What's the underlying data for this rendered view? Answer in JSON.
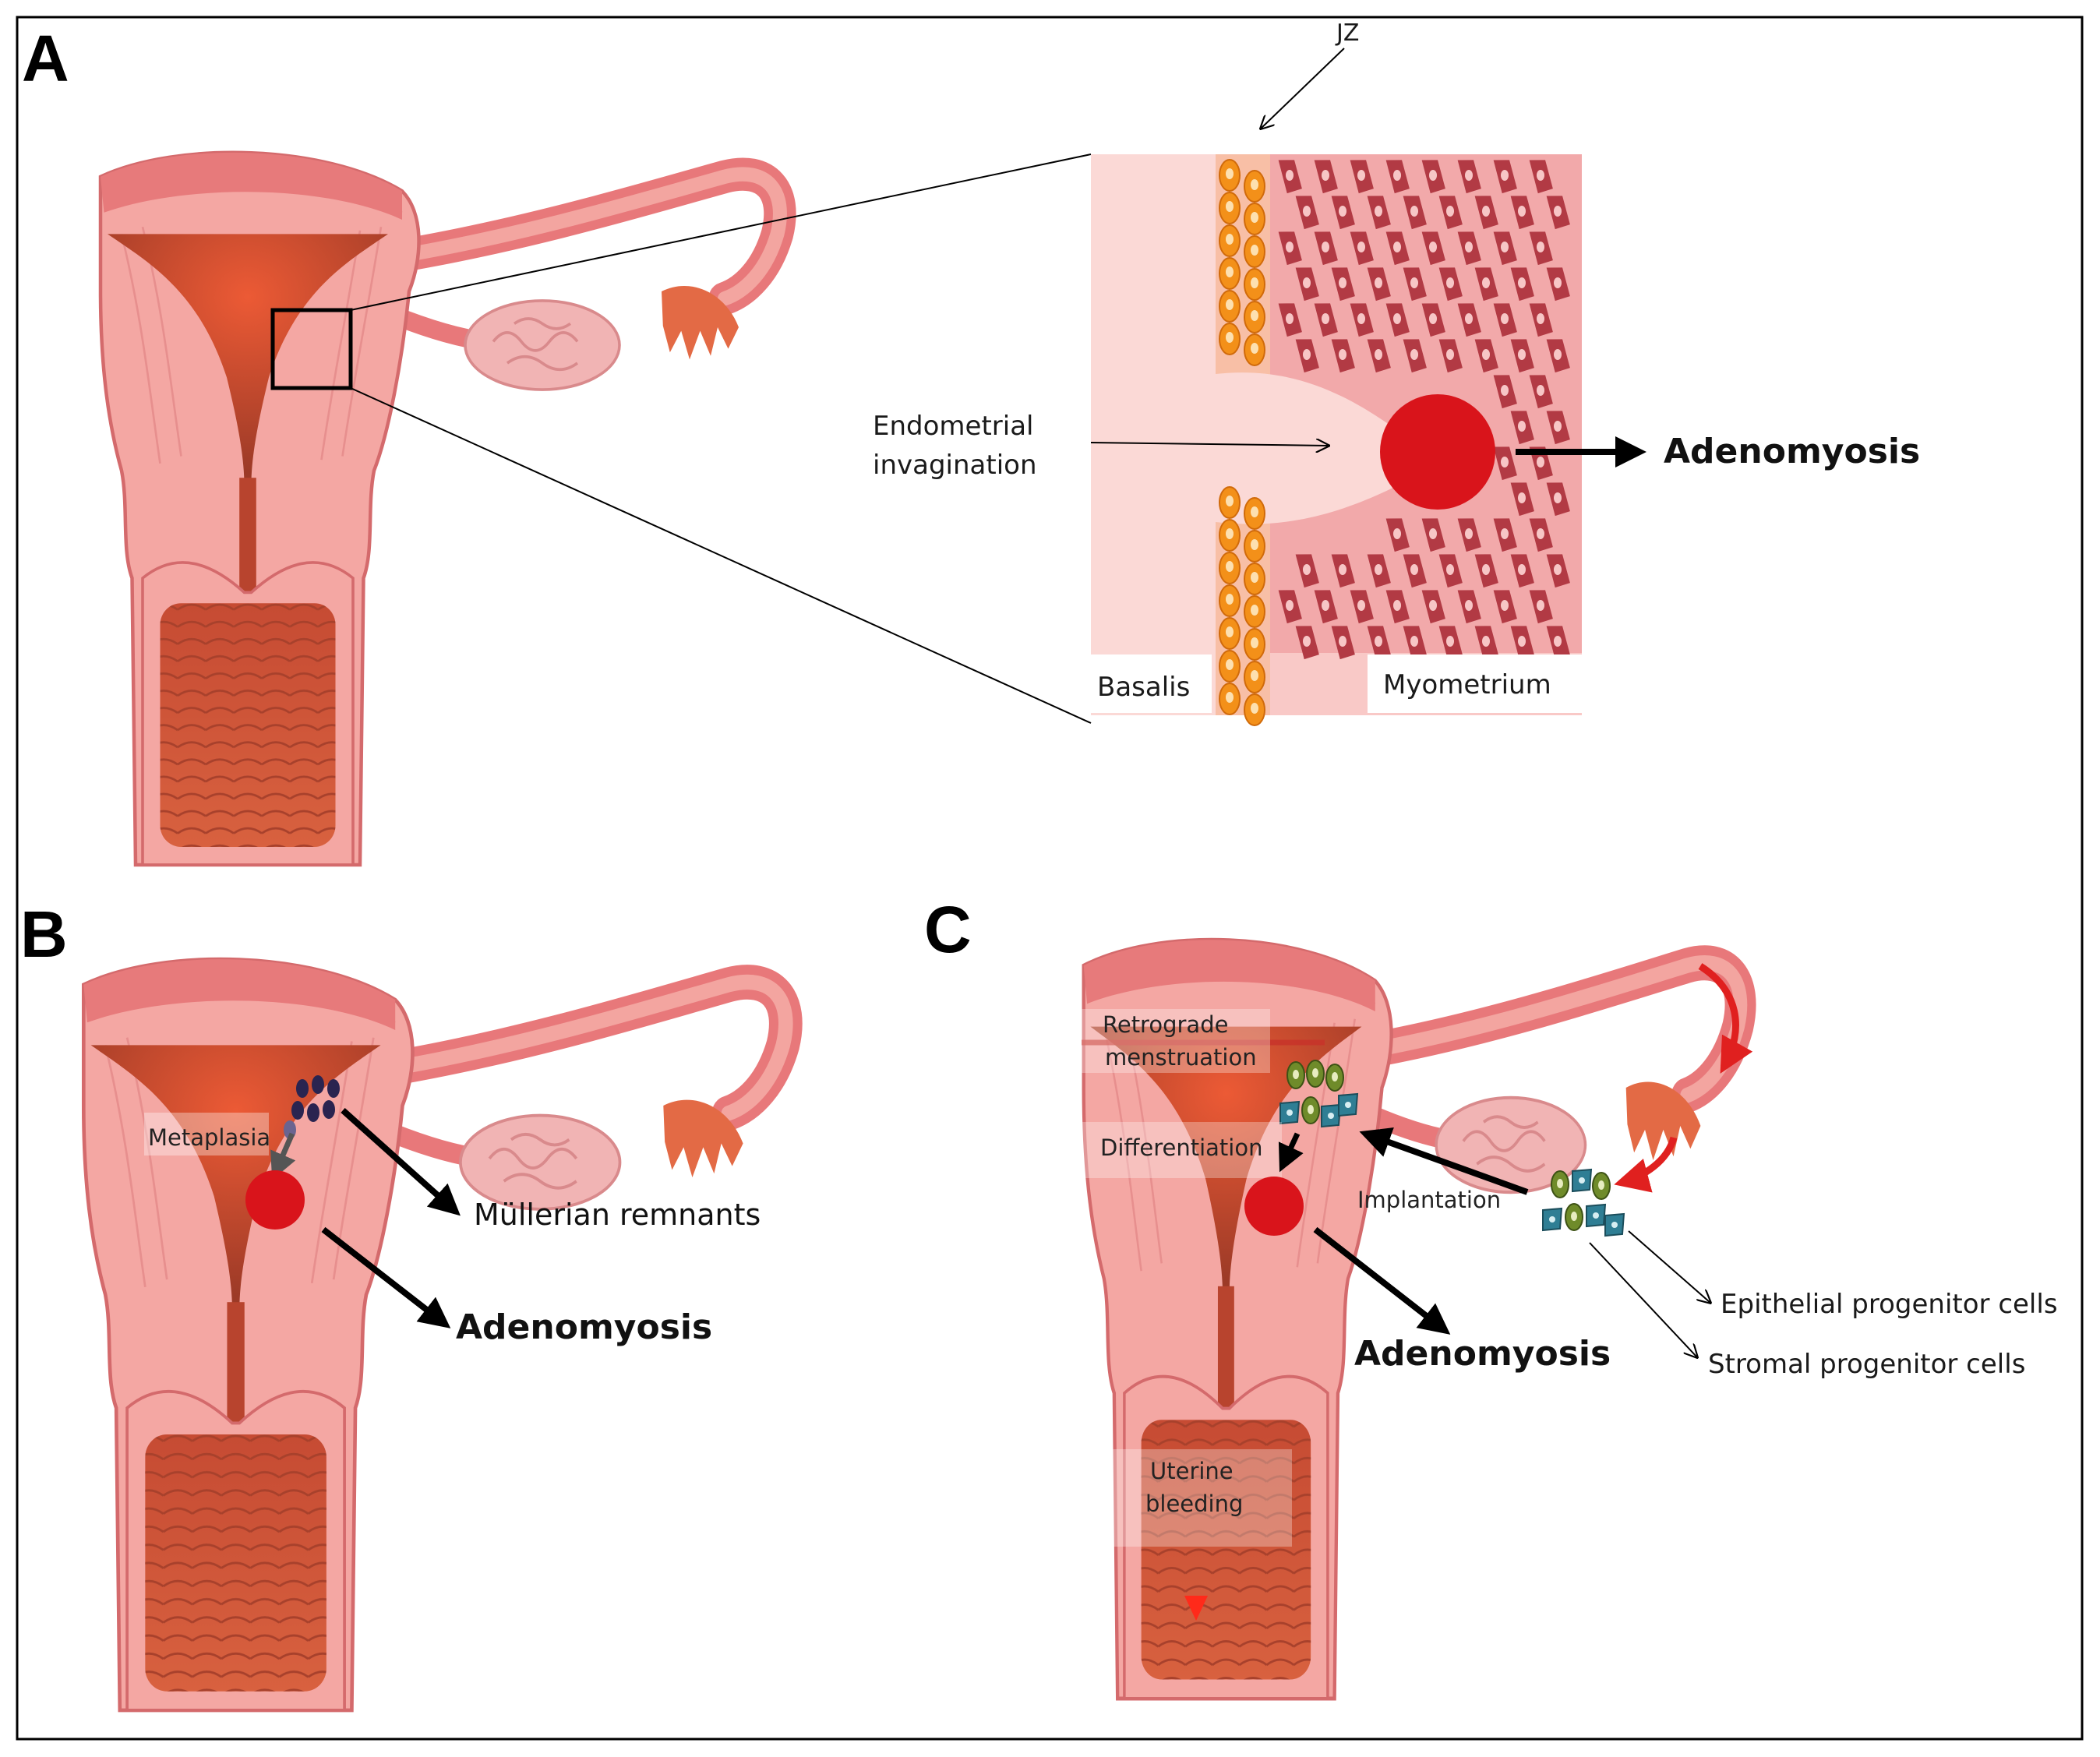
{
  "panels": {
    "a": "A",
    "b": "B",
    "c": "C"
  },
  "panel_a": {
    "jz": "JZ",
    "invagination_line1": "Endometrial",
    "invagination_line2": "invagination",
    "adenomyosis": "Adenomyosis",
    "basalis": "Basalis",
    "myometrium": "Myometrium"
  },
  "panel_b": {
    "metaplasia": "Metaplasia",
    "mullerian": "Müllerian remnants",
    "adenomyosis": "Adenomyosis"
  },
  "panel_c": {
    "retrograde_line1": "Retrograde",
    "retrograde_line2": "menstruation",
    "differentiation": "Differentiation",
    "implantation": "Implantation",
    "epithelial": "Epithelial progenitor cells",
    "stromal": "Stromal progenitor cells",
    "adenomyosis": "Adenomyosis",
    "bleeding_line1": "Uterine",
    "bleeding_line2": "bleeding"
  },
  "colors": {
    "tissue": "#f4a7a3",
    "muscle": "#e8787a",
    "cavity": "#b8442e",
    "lesion": "#d9141b",
    "basalis_cells": "#f39019",
    "myometrium_cells": "#b23a44",
    "zoom_bg": "#f9c9c7"
  }
}
